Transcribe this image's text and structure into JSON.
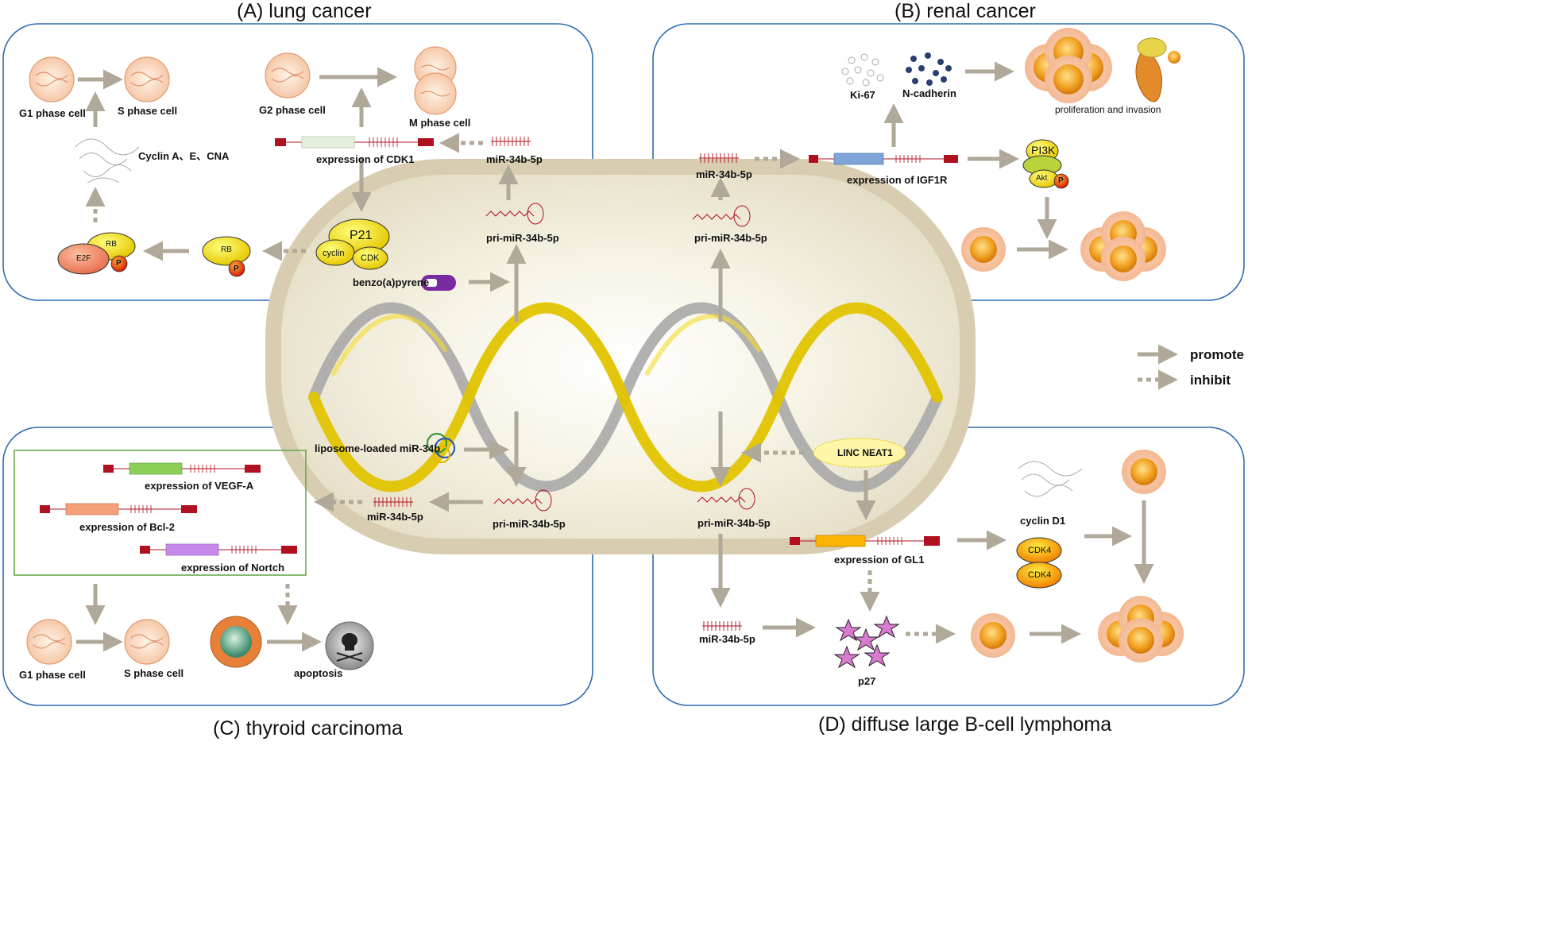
{
  "titles": {
    "a": "(A) lung cancer",
    "b": "(B) renal cancer",
    "c": "(C) thyroid carcinoma",
    "d": "(D) diffuse large B-cell lymphoma"
  },
  "legend": {
    "promote": "promote",
    "inhibit": "inhibit"
  },
  "panel_a": {
    "g1": "G1 phase cell",
    "s": "S phase cell",
    "g2": "G2 phase cell",
    "m": "M phase cell",
    "cyclins": "Cyclin A、E、CNA",
    "cdk1": "expression of CDK1",
    "mir": "miR-34b-5p",
    "pri": "pri-miR-34b-5p",
    "bap": "benzo(a)pyrene",
    "p21": "P21",
    "cyclin": "cyclin",
    "cdk": "CDK",
    "rb": "RB",
    "e2f": "E2F",
    "p": "P"
  },
  "panel_b": {
    "ki67": "Ki-67",
    "ncad": "N-cadherin",
    "prolif": "proliferation and invasion",
    "mir": "miR-34b-5p",
    "igf1r": "expression of IGF1R",
    "pri": "pri-miR-34b-5p",
    "pi3k": "PI3K",
    "akt": "Akt",
    "p": "P"
  },
  "panel_c": {
    "lipo": "liposome-loaded miR-34b",
    "vegf": "expression of VEGF-A",
    "bcl2": "expression of Bcl-2",
    "notch": "expression of Nortch",
    "mir": "miR-34b-5p",
    "pri": "pri-miR-34b-5p",
    "g1": "G1 phase cell",
    "s": "S phase cell",
    "apop": "apoptosis"
  },
  "panel_d": {
    "neat1": "LINC NEAT1",
    "pri": "pri-miR-34b-5p",
    "gl1": "expression of GL1",
    "cyclind1": "cyclin D1",
    "cdk4a": "CDK4",
    "cdk4b": "CDK4",
    "mir": "miR-34b-5p",
    "p27": "p27"
  },
  "colors": {
    "panel_border": "#2e6db0",
    "arrow": "#b0a898",
    "capsule": "#ddd3bc",
    "helix_yellow": "#e8c800",
    "helix_gray": "#a0a0a0",
    "cell_orange": "#f4a020",
    "mirna_red": "#b01020",
    "box_green": "#6aa84f"
  }
}
